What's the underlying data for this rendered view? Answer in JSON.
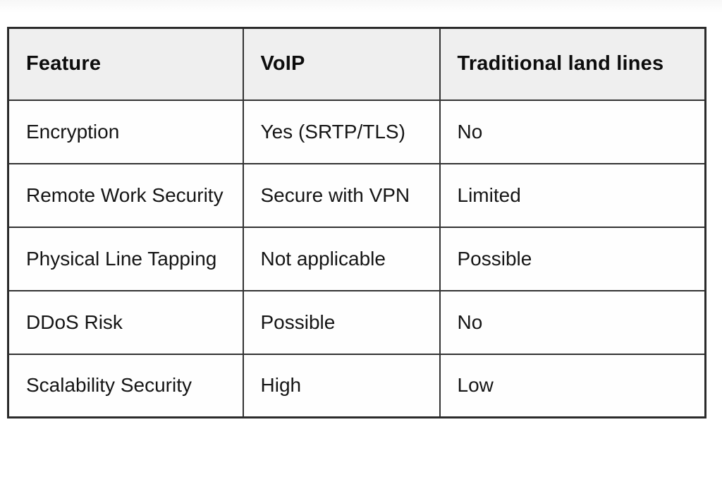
{
  "table": {
    "columns": [
      "Feature",
      "VoIP",
      "Traditional land lines"
    ],
    "rows": [
      [
        "Encryption",
        "Yes (SRTP/TLS)",
        "No"
      ],
      [
        "Remote Work Security",
        "Secure with VPN",
        "Limited"
      ],
      [
        "Physical Line Tapping",
        "Not applicable",
        "Possible"
      ],
      [
        "DDoS Risk",
        "Possible",
        "No"
      ],
      [
        "Scalability Security",
        "High",
        "Low"
      ]
    ]
  },
  "colors": {
    "header_background": "#efefef",
    "cell_background": "#fefefe",
    "border": "#2b2b2b",
    "text": "#111111"
  }
}
